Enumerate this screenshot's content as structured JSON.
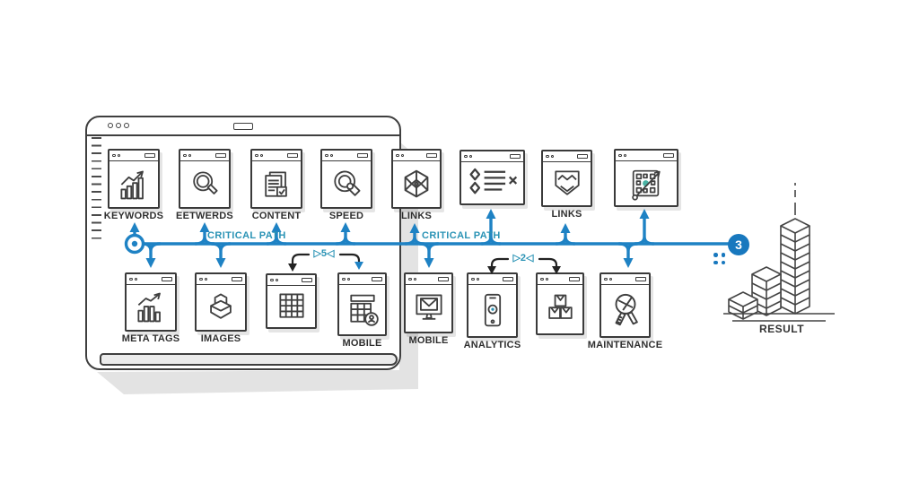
{
  "palette": {
    "accent_blue": "#1e82c4",
    "teal_text": "#2a93b5",
    "ink": "#3a3a3a",
    "shadow": "#d9d9d9"
  },
  "critical_path": {
    "label_left": "CRITICAL PATH",
    "label_right": "CRITICAL PATH",
    "annotation_left": "▷5◁",
    "annotation_right": "▷2◁",
    "milestone_badge": "3"
  },
  "top_row": [
    {
      "label": "KEYWORDS",
      "icon": "bar-chart-growth-icon"
    },
    {
      "label": "EETWERDS",
      "icon": "magnifier-icon"
    },
    {
      "label": "CONTENT",
      "icon": "documents-check-icon"
    },
    {
      "label": "SPEED",
      "icon": "magnifier-pointer-icon"
    },
    {
      "label": "LINKS",
      "icon": "web-hexagon-icon"
    },
    {
      "label": "",
      "icon": "sort-list-icon"
    },
    {
      "label": "LINKS",
      "icon": "wave-banner-icon"
    },
    {
      "label": "",
      "icon": "qr-scan-icon"
    }
  ],
  "bottom_row": [
    {
      "label": "META TAGS",
      "icon": "bar-chart-icon"
    },
    {
      "label": "IMAGES",
      "icon": "box-cube-icon"
    },
    {
      "label": "",
      "icon": "grid-table-icon"
    },
    {
      "label": "MOBILE",
      "icon": "table-user-icon"
    },
    {
      "label": "MOBILE",
      "icon": "monitor-mail-icon"
    },
    {
      "label": "ANALYTICS",
      "icon": "smartphone-icon"
    },
    {
      "label": "",
      "icon": "parcel-boxes-icon"
    },
    {
      "label": "MAINTENANCE",
      "icon": "tools-magnifier-icon"
    }
  ],
  "result": {
    "label": "RESULT"
  }
}
